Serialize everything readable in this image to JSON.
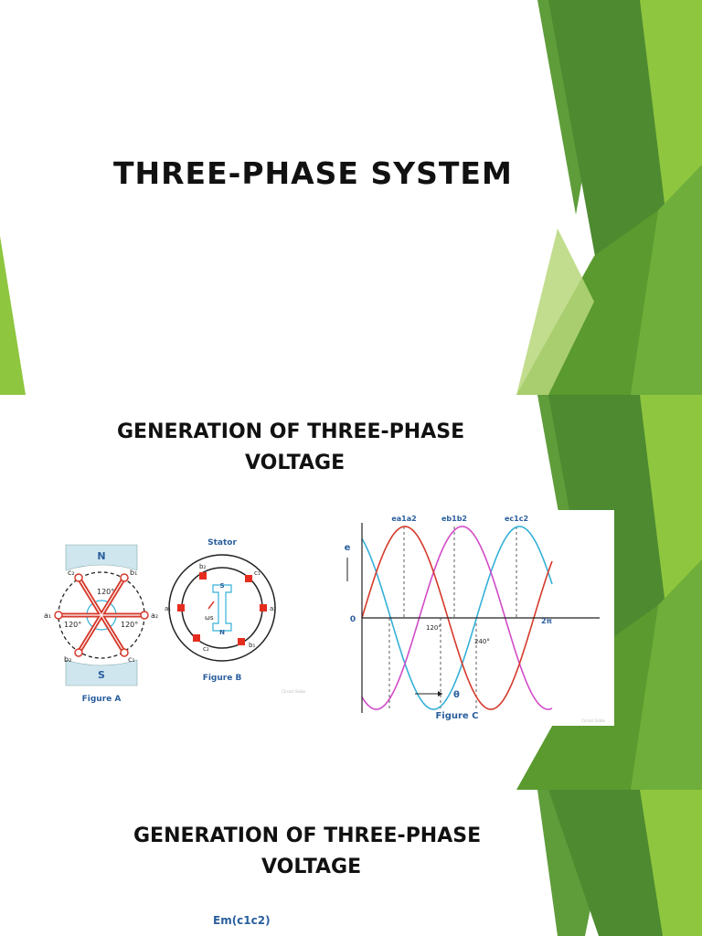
{
  "slides": [
    {
      "title": "THREE-PHASE SYSTEM"
    },
    {
      "title_line1": "GENERATION OF THREE-PHASE",
      "title_line2": "VOLTAGE",
      "figure_a": {
        "caption": "Figure A",
        "pole_n": "N",
        "pole_s": "S",
        "angle_top": "120°",
        "angle_left": "120°",
        "angle_right": "120°",
        "lbl_a1": "a₁",
        "lbl_a2": "a₂",
        "lbl_b1": "b₁",
        "lbl_b2": "b₂",
        "lbl_c1": "c₁",
        "lbl_c2": "c₂"
      },
      "figure_b": {
        "caption": "Figure B",
        "stator": "Stator",
        "pole_n": "N",
        "pole_s": "S",
        "omega": "ωs",
        "lbl_a1": "a₁",
        "lbl_a2": "a₂",
        "lbl_b1": "b₁",
        "lbl_b2": "b₂",
        "lbl_c1": "c₁",
        "lbl_c2": "c₂"
      },
      "figure_c": {
        "caption": "Figure C",
        "e_axis": "e",
        "zero": "0",
        "theta": "θ",
        "two_pi": "2π",
        "deg120": "120°",
        "deg240": "240°",
        "peak_a": "ea1a2",
        "peak_b": "eb1b2",
        "peak_c": "ec1c2"
      },
      "watermark": "Circuit Globe"
    },
    {
      "title_line1": "GENERATION OF THREE-PHASE",
      "title_line2": "VOLTAGE",
      "em_label": "Em(c1c2)"
    }
  ],
  "colors": {
    "green_dark": "#3f7a2e",
    "green_mid": "#5a9a2f",
    "green_light": "#8ec63f",
    "green_pale": "#b7d77a",
    "phase_a": "#d53a2b",
    "phase_b": "#d14bc8",
    "phase_c": "#35b0d8",
    "figure_bg": "#f3f4f4"
  }
}
